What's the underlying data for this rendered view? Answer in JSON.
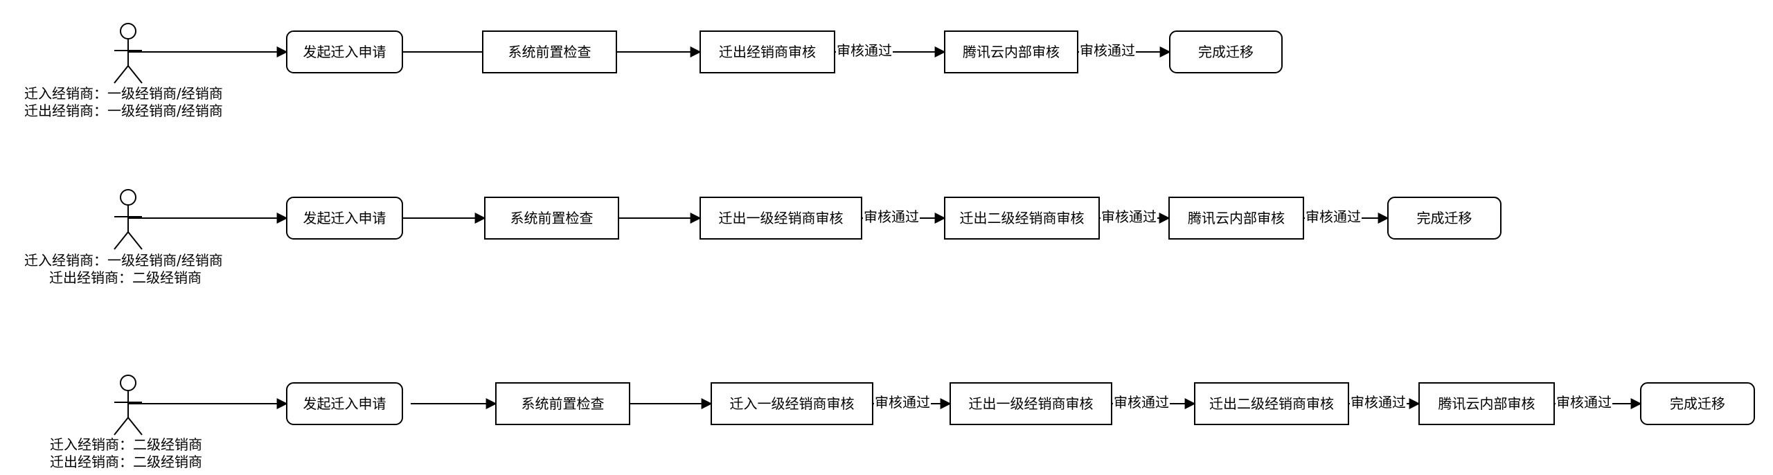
{
  "flows": [
    {
      "actor_labels": [
        "迁入经销商：一级经销商/经销商",
        "迁出经销商：一级经销商/经销商"
      ],
      "steps": [
        "发起迁入申请",
        "系统前置检查",
        "迁出经销商审核",
        "腾讯云内部审核",
        "完成迁移"
      ],
      "edge_labels": [
        "",
        "",
        "审核通过",
        "审核通过"
      ]
    },
    {
      "actor_labels": [
        "迁入经销商：一级经销商/经销商",
        "迁出经销商：二级经销商"
      ],
      "steps": [
        "发起迁入申请",
        "系统前置检查",
        "迁出一级经销商审核",
        "迁出二级经销商审核",
        "腾讯云内部审核",
        "完成迁移"
      ],
      "edge_labels": [
        "",
        "",
        "审核通过",
        "审核通过",
        "审核通过"
      ]
    },
    {
      "actor_labels": [
        "迁入经销商：二级经销商",
        "迁出经销商：二级经销商"
      ],
      "steps": [
        "发起迁入申请",
        "系统前置检查",
        "迁入一级经销商审核",
        "迁出一级经销商审核",
        "迁出二级经销商审核",
        "腾讯云内部审核",
        "完成迁移"
      ],
      "edge_labels": [
        "",
        "",
        "审核通过",
        "审核通过",
        "审核通过",
        "审核通过"
      ]
    }
  ]
}
